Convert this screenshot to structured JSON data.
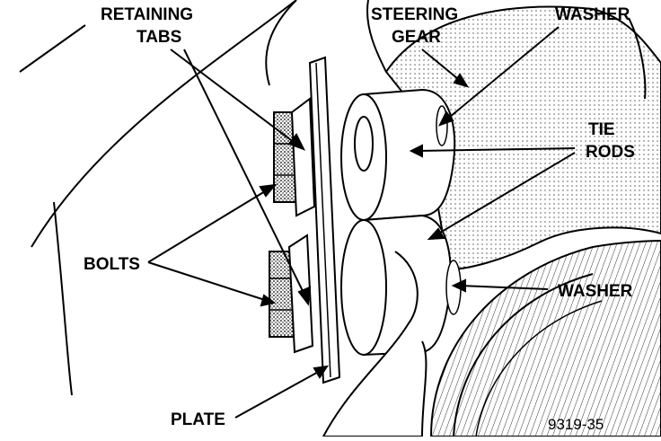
{
  "labels": {
    "retaining_tabs": [
      "RETAINING",
      "TABS"
    ],
    "steering_gear": [
      "STEERING",
      "GEAR"
    ],
    "washer_top": "WASHER",
    "tie_rods": [
      "TIE",
      "RODS"
    ],
    "bolts": "BOLTS",
    "washer_bottom": "WASHER",
    "plate": "PLATE",
    "figure_code": "9319-35"
  },
  "colors": {
    "ink": "#000000",
    "paper": "#ffffff",
    "shade": "#bdbdbd"
  }
}
